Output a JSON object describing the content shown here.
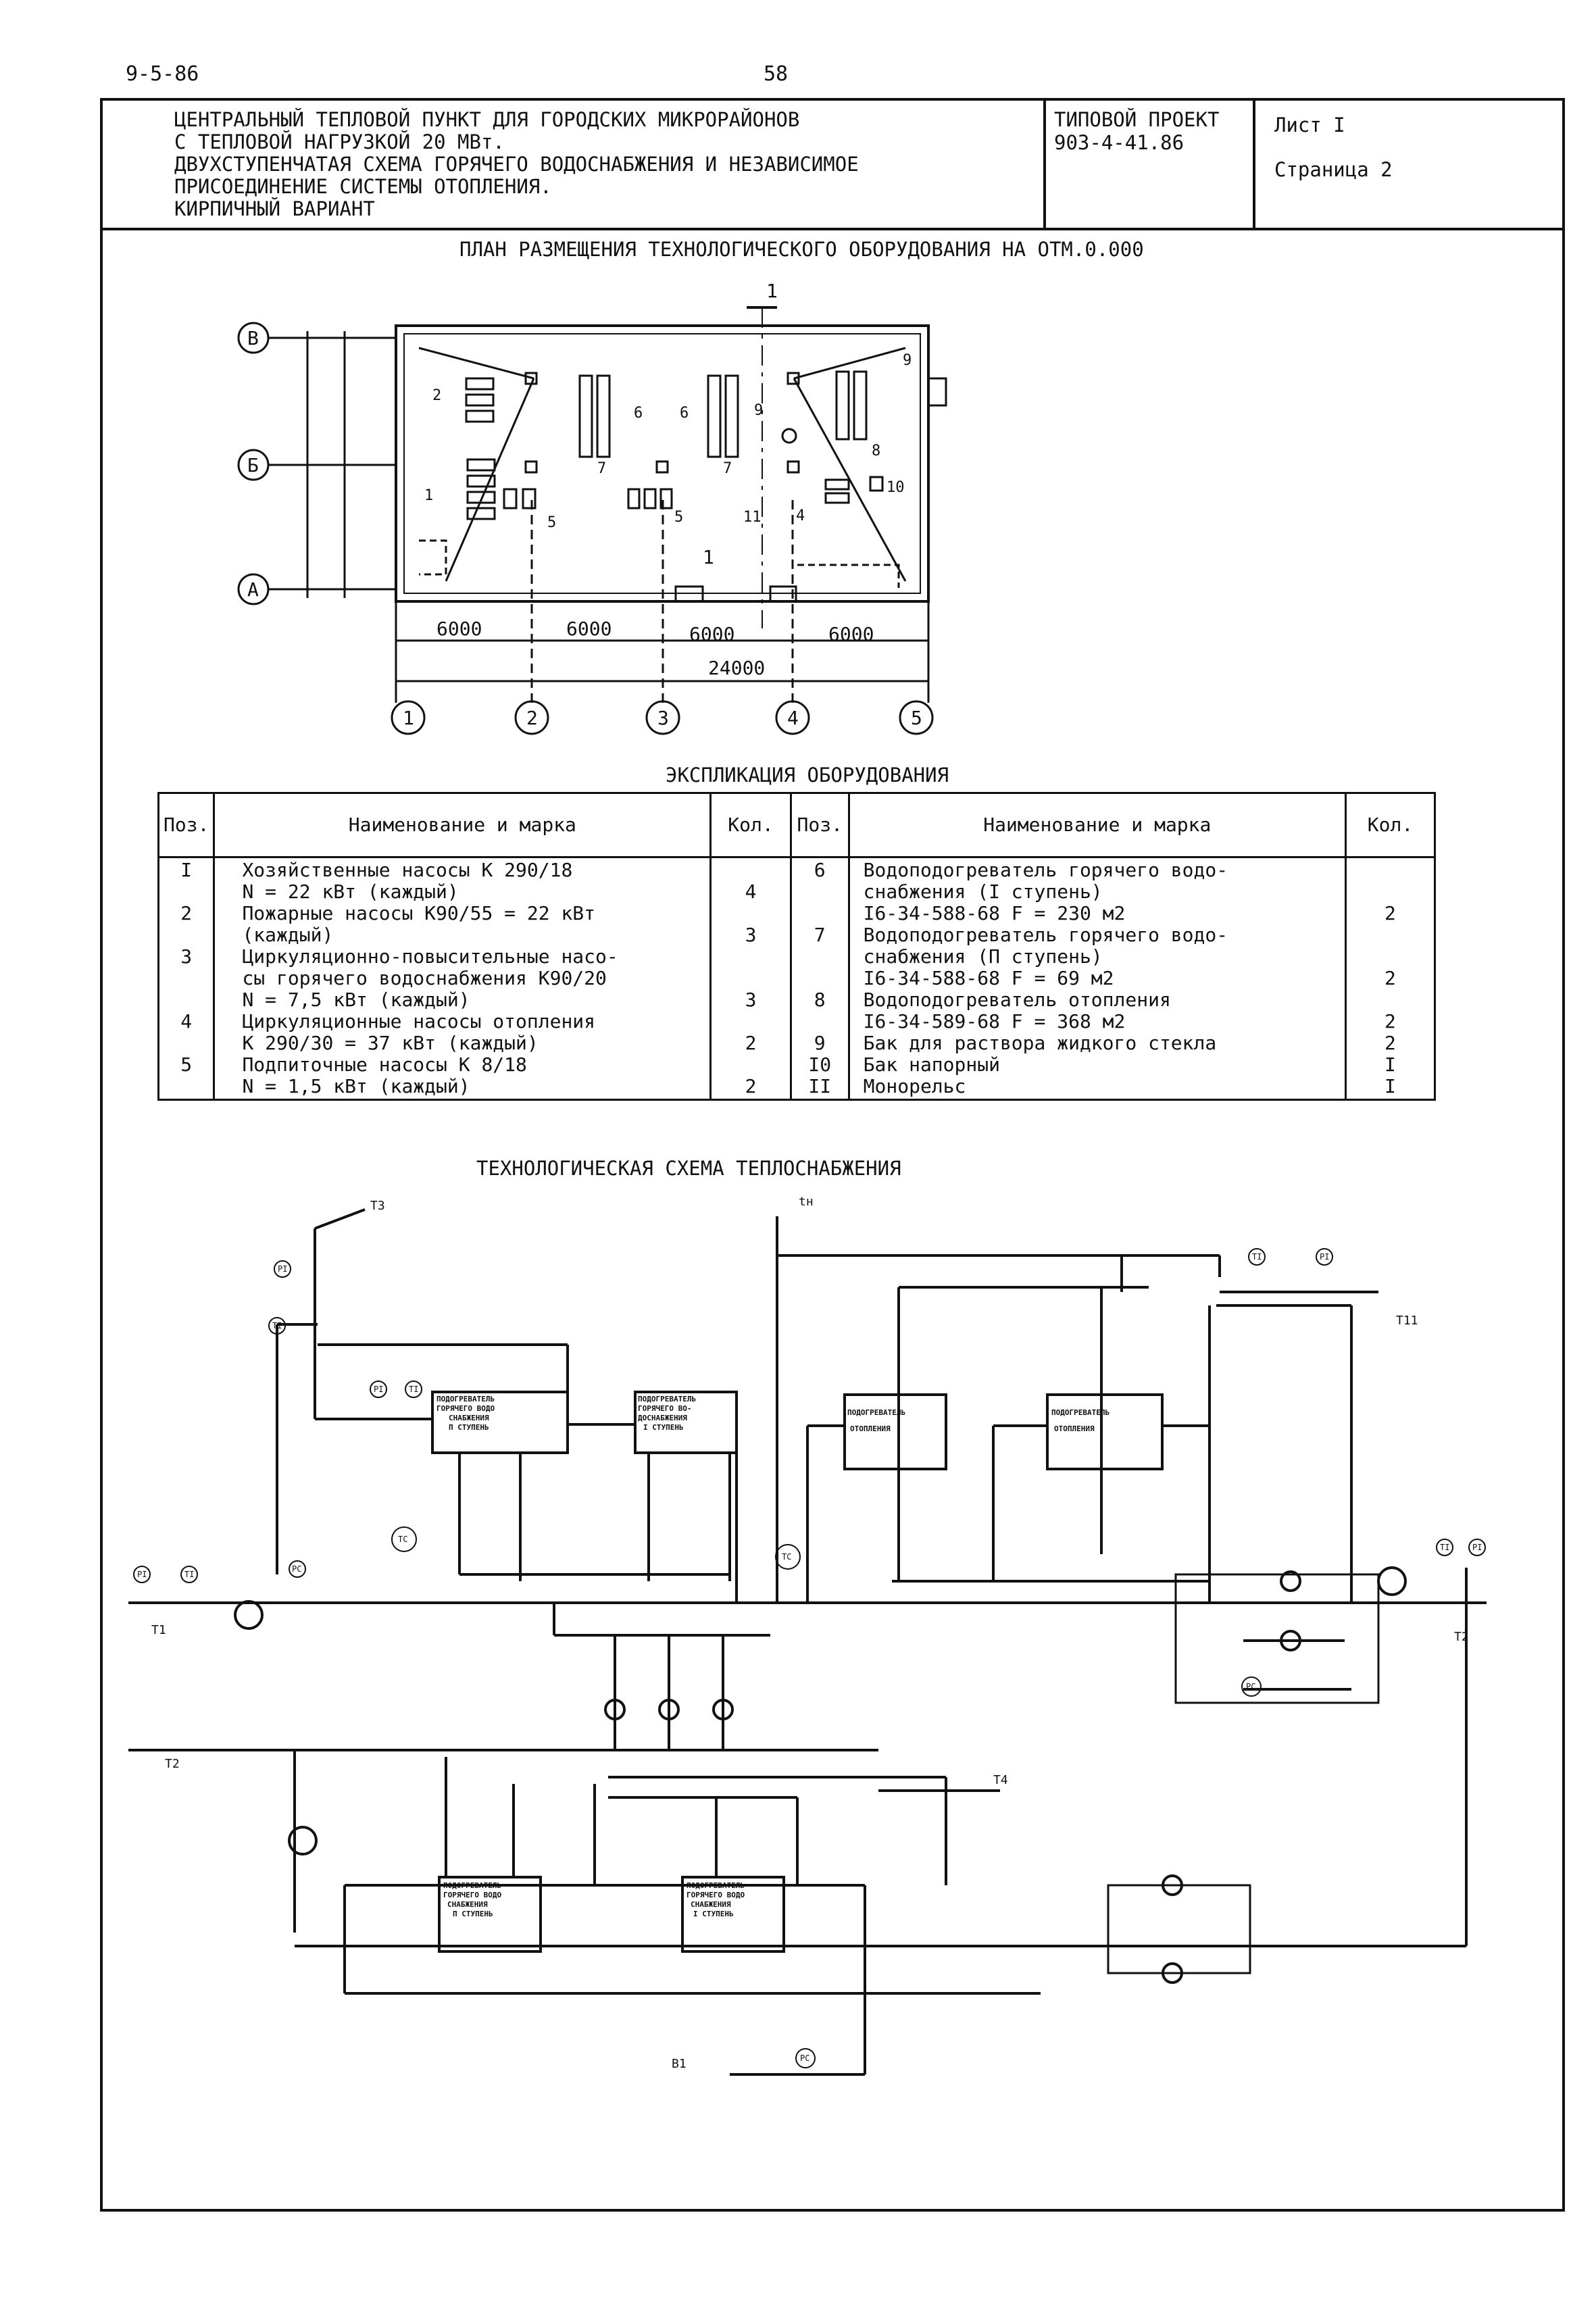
{
  "page": {
    "code": "9-5-86",
    "number": "58"
  },
  "title_block": {
    "lines": [
      "ЦЕНТРАЛЬНЫЙ ТЕПЛОВОЙ ПУНКТ ДЛЯ ГОРОДСКИХ МИКРОРАЙОНОВ",
      "С ТЕПЛОВОЙ НАГРУЗКОЙ 20 МВт.",
      "ДВУХСТУПЕНЧАТАЯ СХЕМА ГОРЯЧЕГО ВОДОСНАБЖЕНИЯ И НЕЗАВИСИМОЕ",
      "ПРИСОЕДИНЕНИЕ СИСТЕМЫ ОТОПЛЕНИЯ.",
      "КИРПИЧНЫЙ ВАРИАНТ"
    ],
    "project_label": "ТИПОВОЙ ПРОЕКТ",
    "project_number": "903-4-41.86",
    "sheet": "Лист I",
    "page": "Страница 2"
  },
  "plan": {
    "title": "ПЛАН РАЗМЕЩЕНИЯ ТЕХНОЛОГИЧЕСКОГО ОБОРУДОВАНИЯ НА ОТМ.0.000",
    "section_mark": "1",
    "row_axes": [
      "В",
      "Б",
      "А"
    ],
    "col_axes": [
      "1",
      "2",
      "3",
      "4",
      "5"
    ],
    "spans": [
      "6000",
      "6000",
      "6000",
      "6000"
    ],
    "total": "24000",
    "room": "1",
    "positions": [
      "2",
      "1",
      "5",
      "6",
      "6",
      "7",
      "7",
      "5",
      "9",
      "8",
      "4",
      "11",
      "10",
      "9"
    ]
  },
  "explication": {
    "title": "ЭКСПЛИКАЦИЯ ОБОРУДОВАНИЯ",
    "headers": {
      "pos": "Поз.",
      "name": "Наименование и марка",
      "qty": "Кол."
    },
    "left_name_lines": [
      "Хозяйственные насосы К 290/18",
      "N = 22 кВт (каждый)",
      "Пожарные насосы К90/55    = 22 кВт",
      "(каждый)",
      "Циркуляционно-повысительные насо-",
      "сы горячего водоснабжения К90/20",
      "N = 7,5 кВт (каждый)",
      "Циркуляционные насосы отопления",
      "К 290/30    = 37 кВт (каждый)",
      "Подпиточные насосы К 8/18",
      "N = 1,5 кВт (каждый)"
    ],
    "left_pos_lines": [
      "I",
      "",
      "2",
      "",
      "3",
      "",
      "",
      "4",
      "",
      "5",
      ""
    ],
    "left_qty_lines": [
      "",
      "4",
      "",
      "3",
      "",
      "",
      "3",
      "",
      "2",
      "",
      "2"
    ],
    "right_name_lines": [
      "Водоподогреватель горячего водо-",
      "снабжения (I ступень)",
      "I6-34-588-68 F = 230 м2",
      "Водоподогреватель горячего водо-",
      "снабжения (П ступень)",
      "I6-34-588-68  F = 69 м2",
      "Водоподогреватель отопления",
      "I6-34-589-68  F = 368 м2",
      "Бак для раствора жидкого стекла",
      "Бак напорный",
      "Монорельс"
    ],
    "right_pos_lines": [
      "6",
      "",
      "",
      "7",
      "",
      "",
      "8",
      "",
      "9",
      "I0",
      "II"
    ],
    "right_qty_lines": [
      "",
      "",
      "2",
      "",
      "",
      "2",
      "",
      "2",
      "2",
      "I",
      "I"
    ]
  },
  "scheme": {
    "title": "ТЕХНОЛОГИЧЕСКАЯ СХЕМА ТЕПЛОСНАБЖЕНИЯ",
    "heaters": {
      "hw2_top": [
        "ПОДОГРЕВАТЕЛЬ",
        "ГОРЯЧЕГО ВОДО",
        "СНАБЖЕНИЯ",
        "П СТУПЕНЬ"
      ],
      "hw1_top": [
        "ПОДОГРЕВАТЕЛЬ",
        "ГОРЯЧЕГО ВО-",
        "ДОСНАБЖЕНИЯ",
        "I СТУПЕНЬ"
      ],
      "heat_a": [
        "ПОДОГРЕВАТЕЛЬ",
        "ОТОПЛЕНИЯ"
      ],
      "heat_b": [
        "ПОДОГРЕВАТЕЛЬ",
        "ОТОПЛЕНИЯ"
      ],
      "hw2_bot": [
        "ПОДОГРЕВАТЕЛЬ",
        "ГОРЯЧЕГО ВОДО",
        "СНАБЖЕНИЯ",
        "П СТУПЕНЬ"
      ],
      "hw1_bot": [
        "ПОДОГРЕВАТЕЛЬ",
        "ГОРЯЧЕГО ВОДО",
        "СНАБЖЕНИЯ",
        "I СТУПЕНЬ"
      ]
    },
    "pipes": {
      "t3": "Т3",
      "tn": "tн",
      "t11": "Т11",
      "t1": "Т1",
      "t2": "Т2",
      "t4": "Т4",
      "t2b": "Т2",
      "b1": "В1"
    },
    "inst": {
      "pi": "PI",
      "ti": "TI",
      "tc": "TC",
      "pc": "PC"
    }
  }
}
